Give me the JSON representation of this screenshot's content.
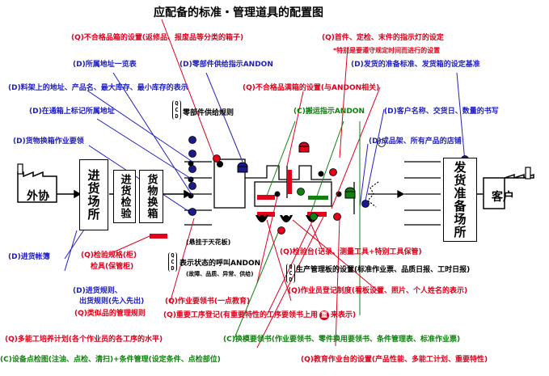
{
  "title": "应配备的标准・管理道具的配置图",
  "nodes": {
    "supplier": "外协",
    "receiving": "进货场所",
    "inspection": "进货检验",
    "transfer": "货物换箱",
    "shipping": "发货准备场所",
    "customer": "客户"
  },
  "qcd": [
    "Q",
    "C",
    "D"
  ],
  "labels": {
    "reject_box": "(Q)不合格品箱的设置(返修品、报废品等分类的箱子)",
    "instruction_lamp": "(Q)首件、定检、末件的指示灯的设定",
    "special_time": "*特别是要遵守规定时间而进行的设置",
    "address_list": "(D)所属地址一览表",
    "parts_andon": "(D)零部件供给指示ANDON",
    "shipping_std": "(D)发货的准备标准、发货箱的设定基准",
    "material_address": "(D)料架上的地址、产品名、最大库存、最小库存的表示",
    "reject_full": "(Q)不合格品满箱的设置(与ANDON相关)",
    "pass_box_label": "(D)在通箱上标记所属地址",
    "transport_andon": "(C)搬运指示ANDON",
    "customer_info": "(D)客户名称、交货日、数量的书写",
    "parts_rule": "零部件供给规则",
    "box_change": "(D)货物换箱作业要领",
    "finished_rack": "(D)成品架、所有产品的店铺",
    "receiving_book": "(D)进货帐簿",
    "inspect_spec": "(Q)检验规格(柜)",
    "inspect_sample": "检具(保管柜)",
    "hang_sign": "(悬挂于天花板)",
    "status_andon": "表示状态的呼叫ANDON",
    "status_kinds": "(故障、品质、异常、供给)",
    "inspect_table": "(Q)检验台(记录、测量工具+特别工具保管)",
    "management_board": "生产管理板的设置(标准作业票、品质日报、工时日报)",
    "receiving_rule": "(D)进货规则、",
    "fifo": "出货规则(先入先出)",
    "similar_goods": "(Q)类似品的管理规则",
    "worker_register": "(Q)作业员登记制度(看板设置、照片、个人姓名的表示)",
    "work_book": "(Q)作业要领书(一点教育)",
    "key_process": "(Q)重要工序登记(有重要特性的工序要领书上用",
    "key_mark": "重",
    "key_tail": "来表示)",
    "multi_skill": "(Q)多能工培养计划(各个作业员的各工序的水平)",
    "model_change": "(C)换模要领书(作业要领书、零件换用要领书、条件管理表、标准作业票)",
    "equipment_check": "(C)设备点检图(注油、点检、清扫)+条件管理(设定条件、点检部位)",
    "education_table": "(Q)教育作业台的设置(产品性能、多能工计划、重要特性)"
  },
  "colors": {
    "red": "#e0001a",
    "blue": "#2020c0",
    "green": "#108010",
    "navy": "#1a1a8c",
    "black": "#000000"
  }
}
